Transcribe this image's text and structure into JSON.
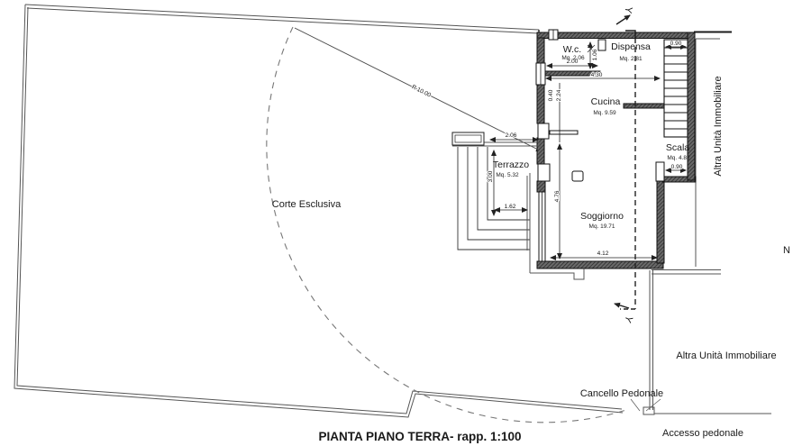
{
  "title": "PIANTA PIANO TERRA- rapp. 1:100",
  "rooms": {
    "wc": {
      "name": "W.c.",
      "area": "Mq. 2.06"
    },
    "dispensa": {
      "name": "Dispensa",
      "area": "Mq. 2.81"
    },
    "cucina": {
      "name": "Cucina",
      "area": "Mq. 9.59"
    },
    "scala": {
      "name": "Scala",
      "area": "Mq. 4.82"
    },
    "terrazzo": {
      "name": "Terrazzo",
      "area": "Mq. 5.32"
    },
    "soggiorno": {
      "name": "Soggiorno",
      "area": "Mq. 19.71"
    },
    "corte": {
      "name": "Corte Esclusiva"
    }
  },
  "dims": {
    "d200": "2.00",
    "d106": "1.06",
    "d430": "4.30",
    "d090a": "0.90",
    "d090b": "0.90",
    "d040": "0.40",
    "d224": "2.24",
    "d476": "4.76",
    "d412": "4.12",
    "d206": "2.06",
    "d300": "3.00",
    "d162": "1.62",
    "radius": "R 10.00"
  },
  "annotations": {
    "altra_unita_vertical": "Altra Unità Immobiliare",
    "altra_unita_horizontal": "Altra Unità Immobiliare",
    "cancello": "Cancello Pedonale",
    "accesso": "Accesso pedonale",
    "section_top": "Y",
    "section_bottom": "Y",
    "edge_letter": "N"
  },
  "colors": {
    "wall": "#1c1c1c",
    "boundary": "#555555",
    "dashed": "#777777",
    "text": "#1a1a1a"
  }
}
